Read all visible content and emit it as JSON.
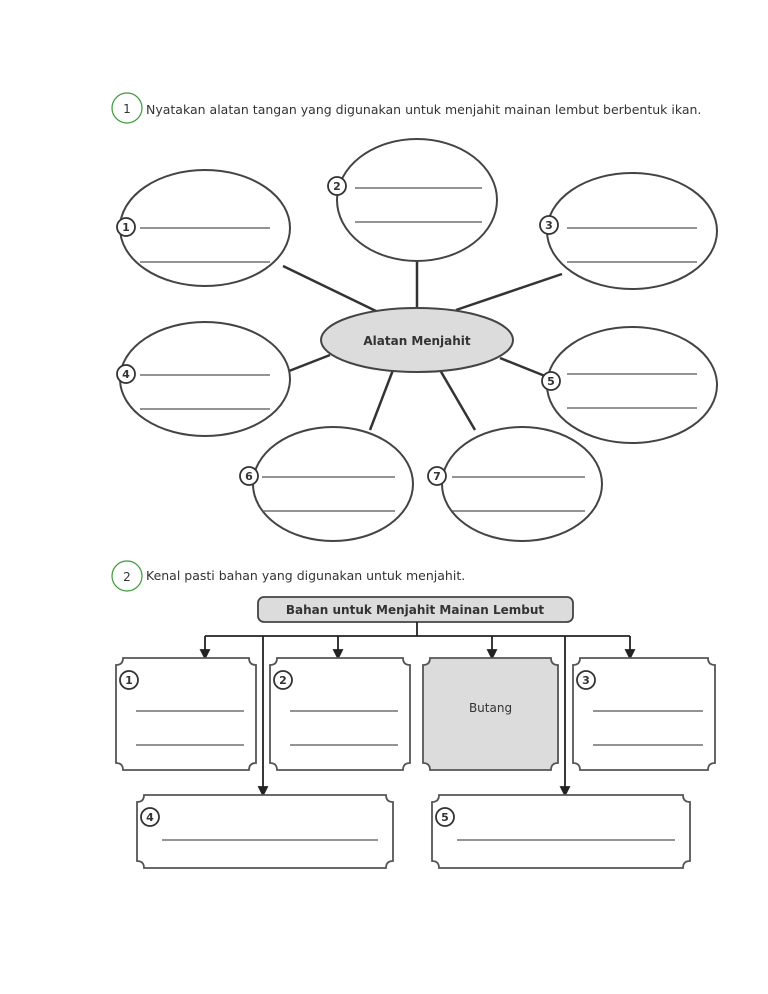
{
  "questions": [
    {
      "number": "1",
      "text": "Nyatakan alatan tangan yang digunakan untuk menjahit mainan lembut berbentuk ikan."
    },
    {
      "number": "2",
      "text": "Kenal pasti bahan yang digunakan untuk menjahit."
    }
  ],
  "mindmap": {
    "center": "Alatan Menjahit",
    "nodes": [
      "1",
      "2",
      "3",
      "4",
      "5",
      "6",
      "7"
    ]
  },
  "tree": {
    "root": "Bahan untuk Menjahit Mainan Lembut",
    "boxes": [
      "1",
      "2",
      "3",
      "4",
      "5"
    ],
    "given": "Butang"
  },
  "colors": {
    "marker": "#3a9a3a",
    "shade": "#dcdcdc"
  }
}
